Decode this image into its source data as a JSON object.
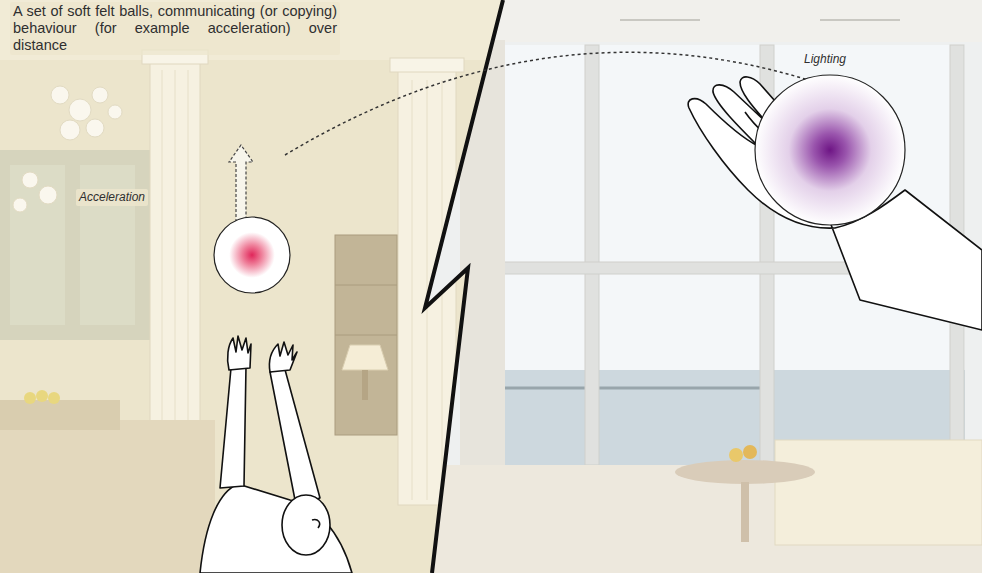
{
  "diagram": {
    "labels": [
      "A set of soft felt balls, communicating (or copying) behaviour (for example acceleration) over distance",
      "Acceleration",
      "Lighting"
    ]
  }
}
